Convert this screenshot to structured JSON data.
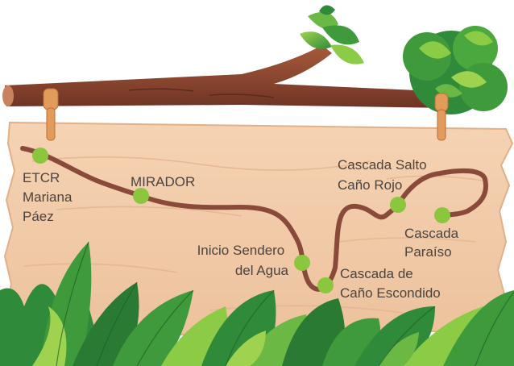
{
  "map": {
    "route_color": "#8a4a3a",
    "marker_color": "#8cc63f",
    "board_color": "#f1c9a6",
    "stops": [
      {
        "name": "etcr",
        "lines": [
          "ETCR",
          "Mariana",
          "Páez"
        ]
      },
      {
        "name": "mirador",
        "lines": [
          "MIRADOR"
        ]
      },
      {
        "name": "inicio-sendero",
        "lines": [
          "Inicio Sendero",
          "del Agua"
        ]
      },
      {
        "name": "cascada-cano-escondido",
        "lines": [
          "Cascada de",
          "Caño Escondido"
        ]
      },
      {
        "name": "cascada-salto-cano-rojo",
        "lines": [
          "Cascada Salto",
          "Caño Rojo"
        ]
      },
      {
        "name": "cascada-paraiso",
        "lines": [
          "Cascada",
          "Paraíso"
        ]
      }
    ]
  }
}
